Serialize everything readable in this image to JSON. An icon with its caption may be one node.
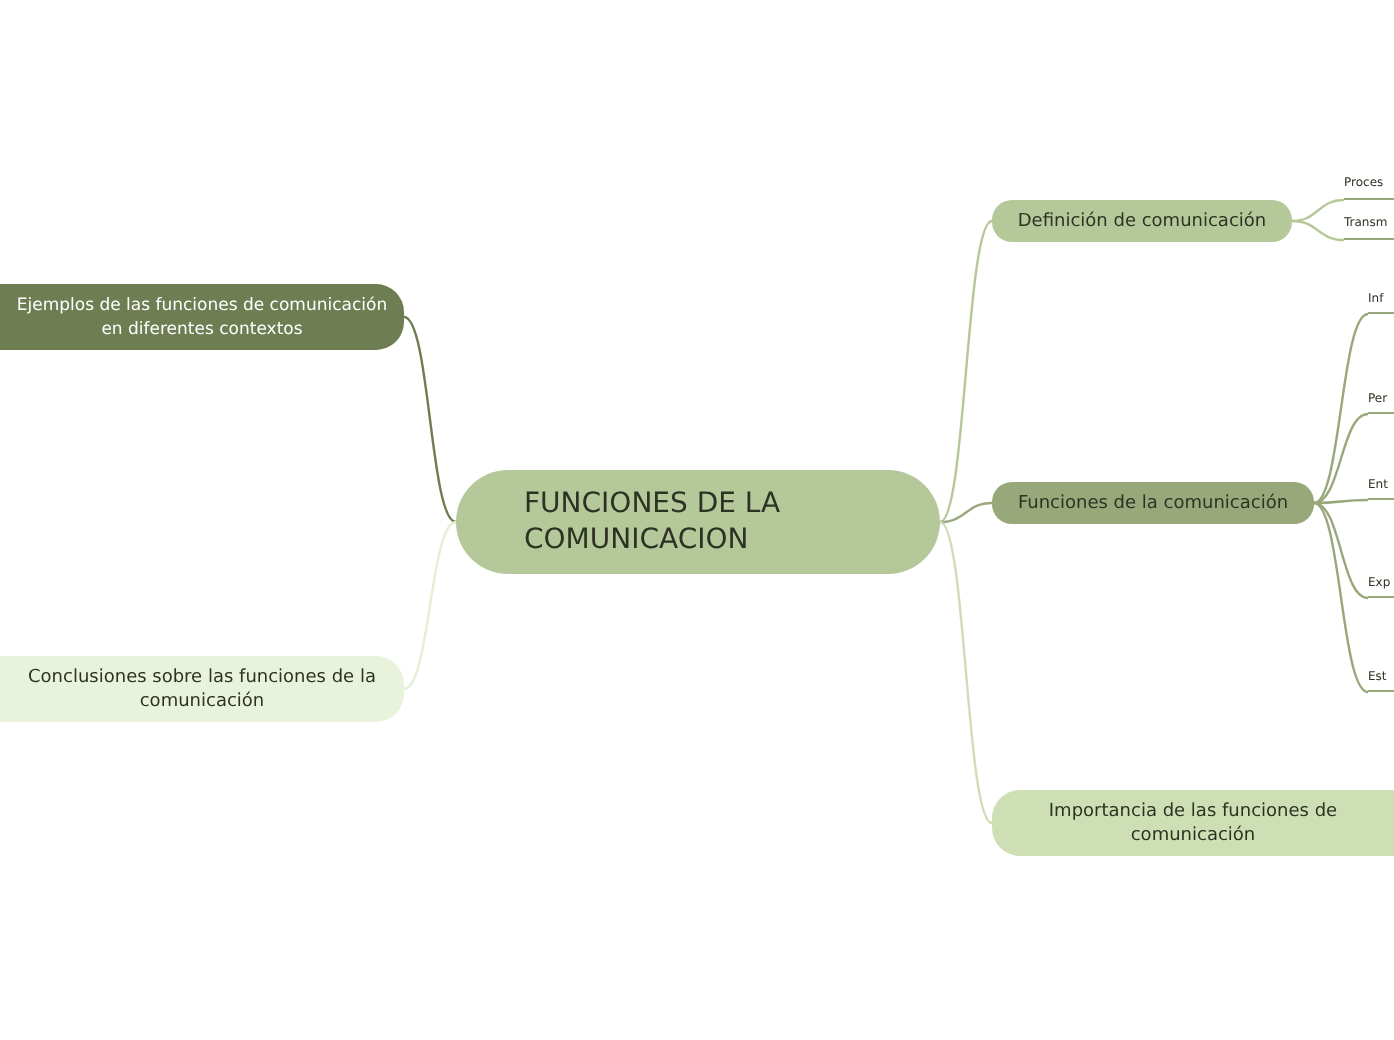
{
  "diagram": {
    "nodes": [
      {
        "text": [
          "FUNCIONES DE LA COMUNICACION"
        ]
      },
      {
        "text": [
          "Ejemplos de las funciones de comunicación en diferentes contextos"
        ]
      },
      {
        "text": [
          "Conclusiones sobre las funciones de la comunicación"
        ]
      },
      {
        "text": [
          "Definición de comunicación"
        ]
      },
      {
        "text": [
          "Proces"
        ]
      },
      {
        "text": [
          "Transm"
        ]
      },
      {
        "text": [
          "Funciones de la comunicación"
        ]
      },
      {
        "text": [
          "Inf"
        ]
      },
      {
        "text": [
          "Per"
        ]
      },
      {
        "text": [
          "Ent"
        ]
      },
      {
        "text": [
          "Exp"
        ]
      },
      {
        "text": [
          "Est"
        ]
      },
      {
        "text": [
          "Importancia de las funciones de comunicación"
        ]
      }
    ],
    "edges": [
      {
        "from": 0,
        "to": 1,
        "arrow": "none",
        "color": "#6e7d52"
      },
      {
        "from": 0,
        "to": 2,
        "arrow": "none",
        "color": "#e4efd6"
      },
      {
        "from": 0,
        "to": 3,
        "arrow": "none",
        "color": "#b5c89a"
      },
      {
        "from": 3,
        "to": 4,
        "arrow": "none",
        "color": "#b5c89a"
      },
      {
        "from": 3,
        "to": 5,
        "arrow": "none",
        "color": "#b5c89a"
      },
      {
        "from": 0,
        "to": 6,
        "arrow": "none",
        "color": "#98a87a"
      },
      {
        "from": 6,
        "to": 7,
        "arrow": "none",
        "color": "#98a87a"
      },
      {
        "from": 6,
        "to": 8,
        "arrow": "none",
        "color": "#98a87a"
      },
      {
        "from": 6,
        "to": 9,
        "arrow": "none",
        "color": "#98a87a"
      },
      {
        "from": 6,
        "to": 10,
        "arrow": "none",
        "color": "#98a87a"
      },
      {
        "from": 6,
        "to": 11,
        "arrow": "none",
        "color": "#98a87a"
      },
      {
        "from": 0,
        "to": 12,
        "arrow": "none",
        "color": "#cfdfb5"
      }
    ]
  }
}
